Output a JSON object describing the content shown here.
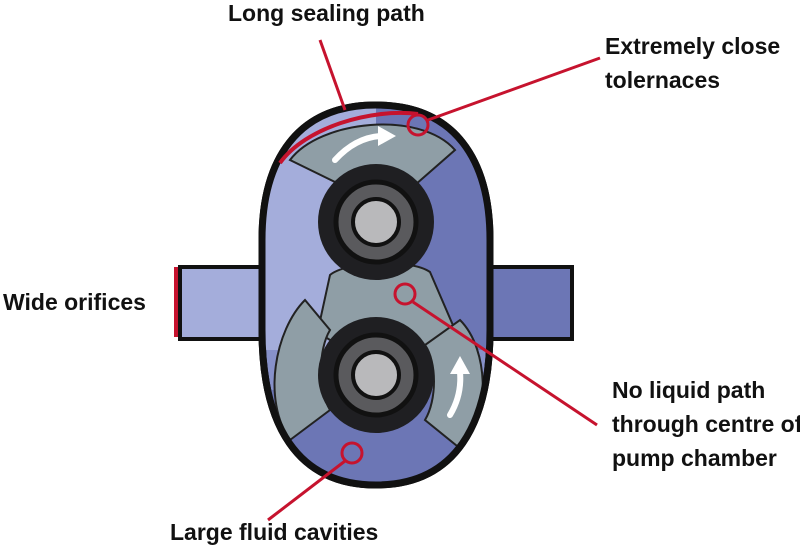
{
  "colors": {
    "housing_outline": "#111111",
    "light_blue": "#a4addb",
    "mid_blue": "#8791c9",
    "dark_blue": "#6c76b5",
    "rotor_grey": "#8f9ea6",
    "hub_black": "#1f1f22",
    "hub_ring": "#5a5a5d",
    "shaft_grey": "#b9b9bb",
    "callout_red": "#c6132e",
    "arrow_white": "#ffffff"
  },
  "labels": {
    "long_sealing_path": "Long sealing path",
    "close_tolerances_line1": "Extremely close",
    "close_tolerances_line2": "tolernaces",
    "wide_orifices": "Wide orifices",
    "no_liquid_path_line1": "No liquid path",
    "no_liquid_path_line2": "through centre of",
    "no_liquid_path_line3": "pump chamber",
    "large_fluid_cavities": "Large fluid cavities"
  }
}
